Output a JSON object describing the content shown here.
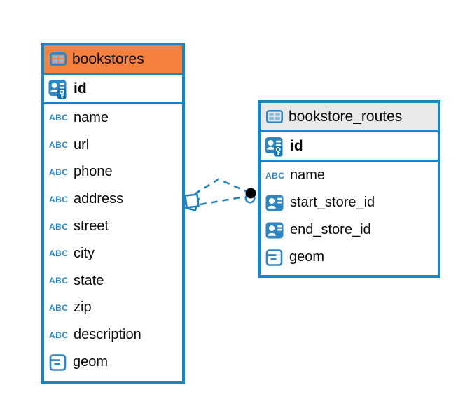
{
  "colors": {
    "table_border": "#1287C9",
    "icon_blue": "#2E86C4",
    "icon_cell_blue": "#84BCE2",
    "bookstores_header_bg": "#F6813F",
    "routes_header_bg": "#E9E9E9",
    "relation_line": "#1E83C6",
    "relation_dot": "#000000",
    "text": "#0a0a0a"
  },
  "icons": {
    "abc_label": "ABC"
  },
  "tables": [
    {
      "title": "bookstores",
      "primary_key": "id",
      "columns": [
        {
          "label": "name",
          "type": "text"
        },
        {
          "label": "url",
          "type": "text"
        },
        {
          "label": "phone",
          "type": "text"
        },
        {
          "label": "address",
          "type": "text"
        },
        {
          "label": "street",
          "type": "text"
        },
        {
          "label": "city",
          "type": "text"
        },
        {
          "label": "state",
          "type": "text"
        },
        {
          "label": "zip",
          "type": "text"
        },
        {
          "label": "description",
          "type": "text"
        },
        {
          "label": "geom",
          "type": "geometry"
        }
      ]
    },
    {
      "title": "bookstore_routes",
      "primary_key": "id",
      "columns": [
        {
          "label": "name",
          "type": "text"
        },
        {
          "label": "start_store_id",
          "type": "foreign-key"
        },
        {
          "label": "end_store_id",
          "type": "foreign-key"
        },
        {
          "label": "geom",
          "type": "geometry"
        }
      ]
    }
  ],
  "relationships": [
    {
      "from_table": "bookstores",
      "to_table": "bookstore_routes",
      "style": "dashed"
    },
    {
      "from_table": "bookstores",
      "to_table": "bookstore_routes",
      "style": "dashed"
    }
  ]
}
